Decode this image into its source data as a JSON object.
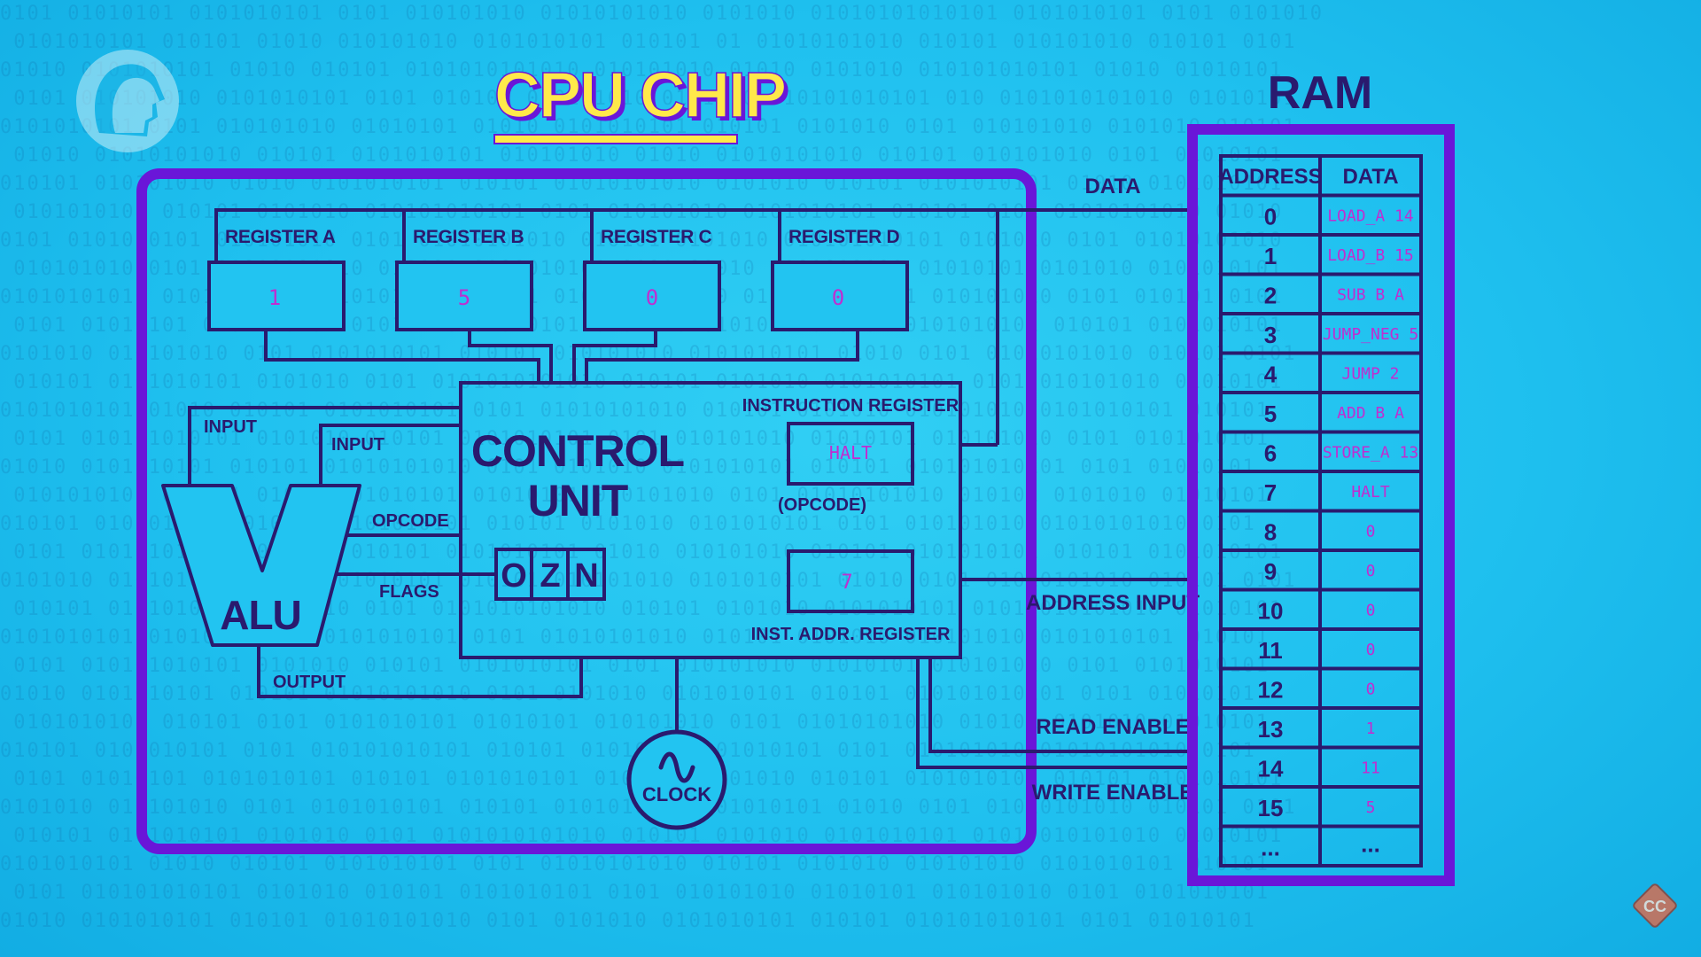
{
  "cpu_title": "CPU CHIP",
  "ram_title": "RAM",
  "registers": [
    {
      "label": "REGISTER A",
      "value": "1"
    },
    {
      "label": "REGISTER B",
      "value": "5"
    },
    {
      "label": "REGISTER C",
      "value": "0"
    },
    {
      "label": "REGISTER D",
      "value": "0"
    }
  ],
  "control_unit": {
    "title_line1": "CONTROL",
    "title_line2": "UNIT",
    "instruction_register_label": "INSTRUCTION REGISTER",
    "instruction_register_value": "HALT",
    "opcode_label": "(OPCODE)",
    "flags": [
      "O",
      "Z",
      "N"
    ],
    "inst_addr_register_label": "INST. ADDR. REGISTER",
    "inst_addr_register_value": "7"
  },
  "alu": {
    "label": "ALU",
    "input_a_label": "INPUT",
    "input_b_label": "INPUT",
    "opcode_label": "OPCODE",
    "flags_label": "FLAGS",
    "output_label": "OUTPUT"
  },
  "clock_label": "CLOCK",
  "bus_labels": {
    "data": "DATA",
    "address_input": "ADDRESS INPUT",
    "read_enable": "READ ENABLE",
    "write_enable": "WRITE ENABLE"
  },
  "ram": {
    "headers": [
      "ADDRESS",
      "DATA"
    ],
    "rows": [
      {
        "address": "0",
        "data": "LOAD_A 14"
      },
      {
        "address": "1",
        "data": "LOAD_B 15"
      },
      {
        "address": "2",
        "data": "SUB B A"
      },
      {
        "address": "3",
        "data": "JUMP_NEG 5"
      },
      {
        "address": "4",
        "data": "JUMP 2"
      },
      {
        "address": "5",
        "data": "ADD B A"
      },
      {
        "address": "6",
        "data": "STORE_A 13"
      },
      {
        "address": "7",
        "data": "HALT"
      },
      {
        "address": "8",
        "data": "0"
      },
      {
        "address": "9",
        "data": "0"
      },
      {
        "address": "10",
        "data": "0"
      },
      {
        "address": "11",
        "data": "0"
      },
      {
        "address": "12",
        "data": "0"
      },
      {
        "address": "13",
        "data": "1"
      },
      {
        "address": "14",
        "data": "11"
      },
      {
        "address": "15",
        "data": "5"
      },
      {
        "address": "...",
        "data": "..."
      }
    ]
  },
  "icons": {
    "watermark": "pbs-head-icon",
    "corner_badge": "crash-course-badge-icon",
    "clock_symbol": "sine-wave-icon"
  },
  "colors": {
    "background": "#1fc0ef",
    "purple_frame": "#6a16d8",
    "line_navy": "#2a1a6e",
    "value_magenta": "#c02ed0",
    "title_yellow": "#ffe94a"
  }
}
